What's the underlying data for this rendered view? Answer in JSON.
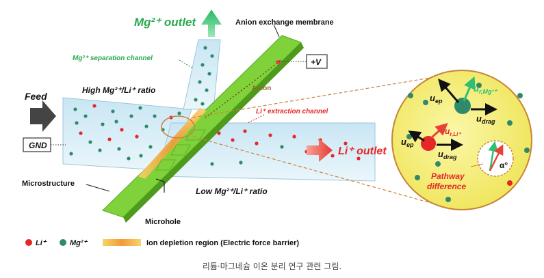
{
  "labels": {
    "mg_outlet": "Mg²⁺ outlet",
    "anion_membrane": "Anion exchange membrane",
    "mg_sep_channel": "Mg²⁺ separation channel",
    "plus_v": "+V",
    "feed": "Feed",
    "high_ratio": "High Mg²⁺/Li⁺ ratio",
    "anion": "Anion",
    "li_extraction": "Li⁺ extraction channel",
    "gnd": "GND",
    "li_outlet": "Li⁺ outlet",
    "microstructure": "Microstructure",
    "low_ratio": "Low Mg²⁺/Li⁺ ratio",
    "microhole": "Microhole"
  },
  "inset": {
    "u_ep_top": "u",
    "u_ep_top_sub": "ep",
    "u_r_mg": "u",
    "u_r_mg_sub": "r,Mg²⁺",
    "u_drag_top": "u",
    "u_drag_top_sub": "drag",
    "u_r_li": "u",
    "u_r_li_sub": "r,Li⁺",
    "u_ep_bottom": "u",
    "u_ep_bottom_sub": "ep",
    "u_drag_bottom": "u",
    "u_drag_bottom_sub": "drag",
    "pathway_line1": "Pathway",
    "pathway_line2": "difference",
    "alpha": "α°"
  },
  "legend": {
    "li": "Li⁺",
    "mg": "Mg²⁺",
    "depletion": "Ion depletion region (Electric force barrier)"
  },
  "caption": "리튬·마그네슘 이온 분리 연구 관련 그림.",
  "colors": {
    "li_ion": "#e52727",
    "mg_ion": "#2f8a6b",
    "membrane": "#7fd23a",
    "channel": "#d8eef8",
    "inset_bg": "#f6f07a",
    "mg_arrow": "#2fbf74",
    "li_arrow": "#e8413a"
  }
}
